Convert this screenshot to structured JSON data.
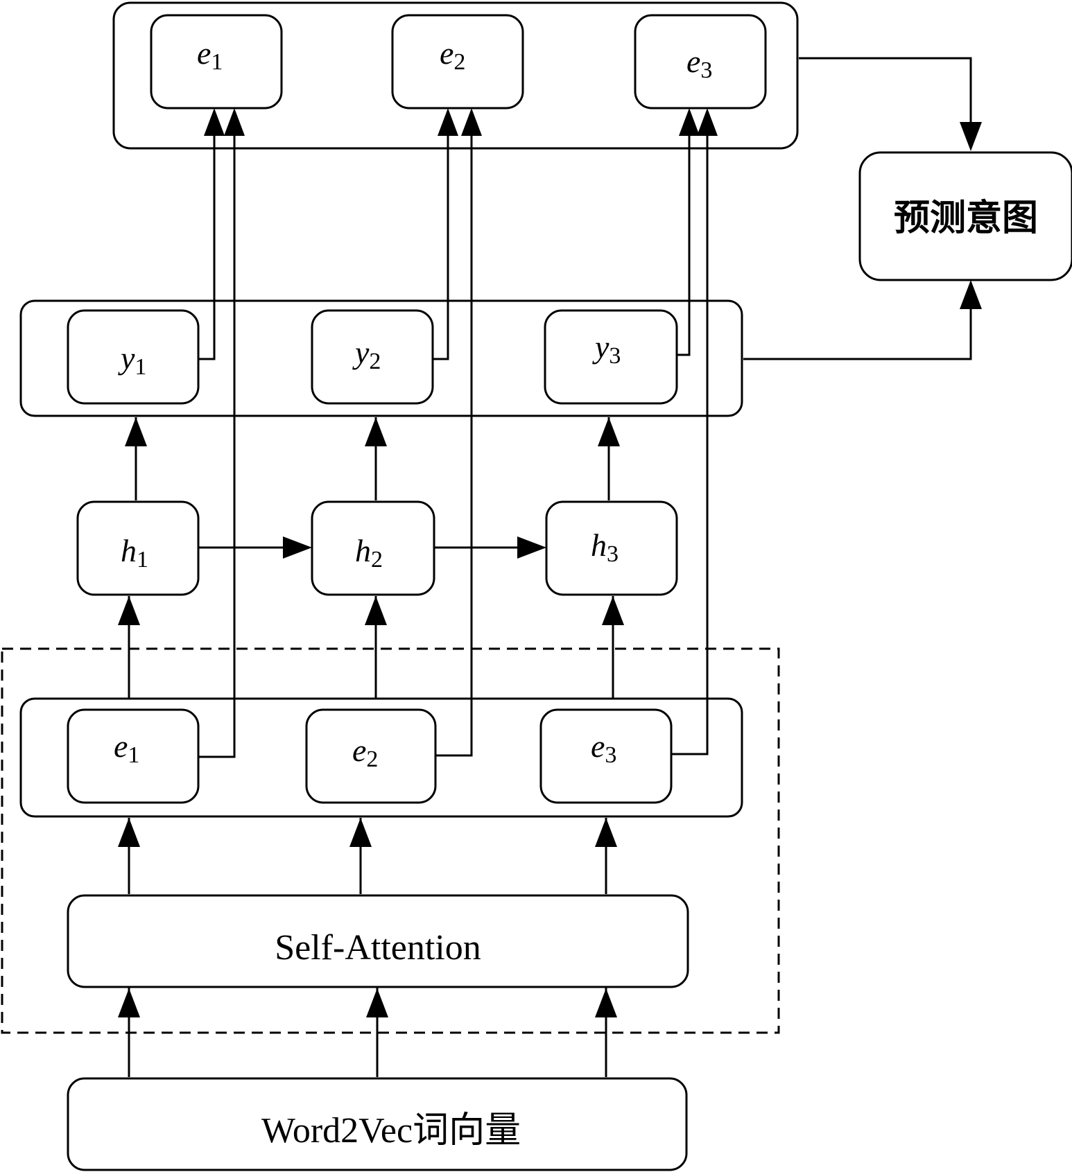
{
  "nodes": {
    "top_e": [
      {
        "var": "e",
        "sub": "1"
      },
      {
        "var": "e",
        "sub": "2"
      },
      {
        "var": "e",
        "sub": "3"
      }
    ],
    "y": [
      {
        "var": "y",
        "sub": "1"
      },
      {
        "var": "y",
        "sub": "2"
      },
      {
        "var": "y",
        "sub": "3"
      }
    ],
    "h": [
      {
        "var": "h",
        "sub": "1"
      },
      {
        "var": "h",
        "sub": "2"
      },
      {
        "var": "h",
        "sub": "3"
      }
    ],
    "bottom_e": [
      {
        "var": "e",
        "sub": "1"
      },
      {
        "var": "e",
        "sub": "2"
      },
      {
        "var": "e",
        "sub": "3"
      }
    ]
  },
  "blocks": {
    "self_attention": "Self-Attention",
    "word2vec": "Word2Vec词向量",
    "predict_intent": "预测意图"
  }
}
